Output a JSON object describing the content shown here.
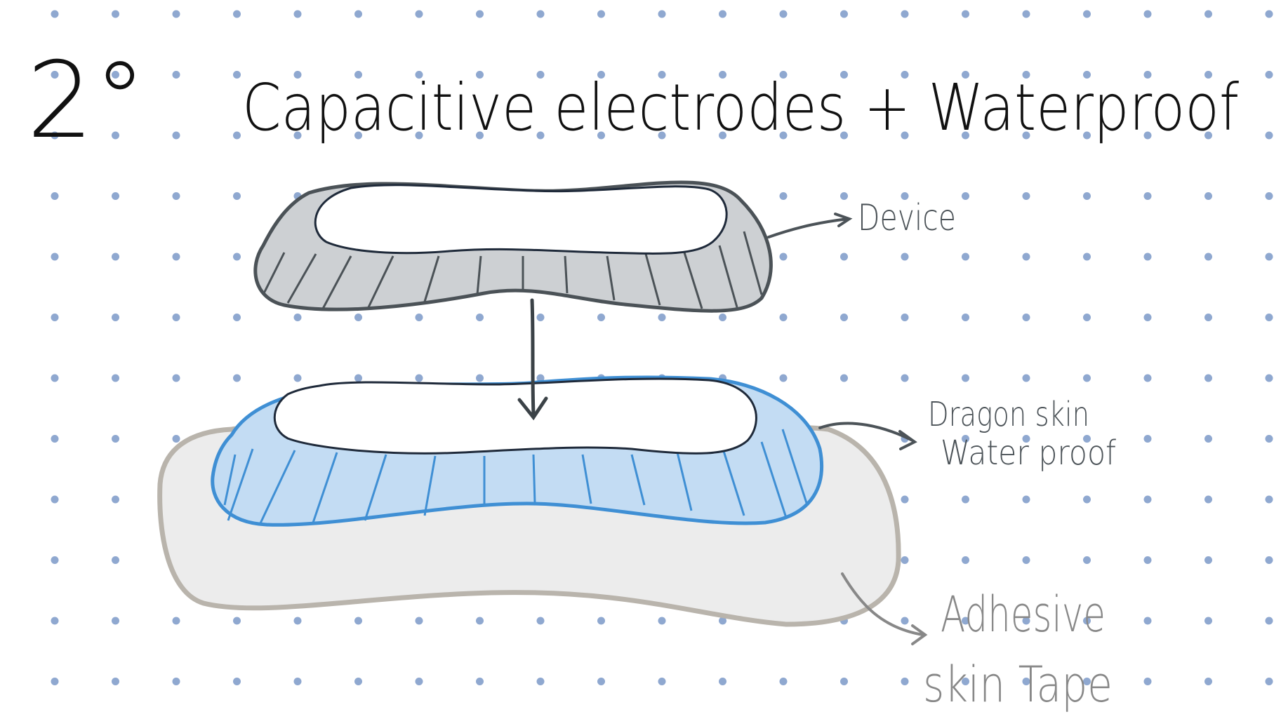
{
  "title": {
    "number": "2°",
    "text": "Capacitive electrodes + Waterproof"
  },
  "labels": {
    "device": "Device",
    "dragon_skin_line1": "Dragon skin",
    "dragon_skin_line2": "Water proof",
    "adhesive_line1": "Adhesive",
    "adhesive_line2": "skin Tape"
  },
  "colors": {
    "dot": "#8fa8d0",
    "ink": "#111111",
    "device_fill": "#cdd0d3",
    "device_stroke": "#4b5257",
    "waterproof_fill": "#c3dcf3",
    "waterproof_stroke": "#3f8fd4",
    "tape_fill": "#ececec",
    "tape_stroke": "#b9b4ac",
    "label_dark": "#4c5358",
    "label_gray": "#888888"
  }
}
